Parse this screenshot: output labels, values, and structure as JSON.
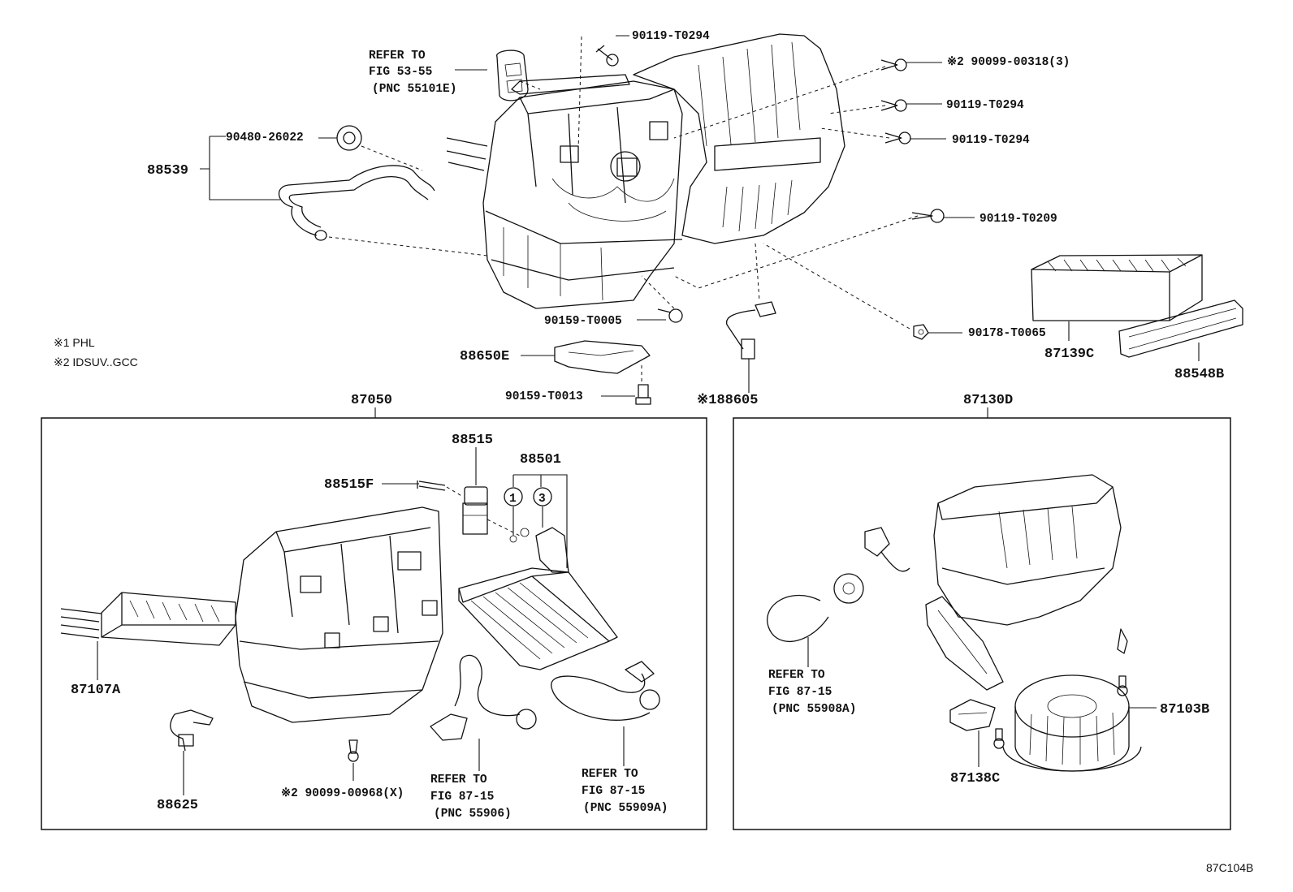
{
  "diagram": {
    "figure_code": "87C104B",
    "notes": [
      "※1 PHL",
      "※2 IDSUV..GCC"
    ],
    "top_labels": {
      "refer_5355_a": "REFER TO",
      "refer_5355_b": "FIG 53-55",
      "refer_5355_c": "(PNC 55101E)",
      "p90119_t0294_top": "90119-T0294",
      "p90099_00318": "※2 90099-00318(3)",
      "p90119_t0294_r1": "90119-T0294",
      "p90119_t0294_r2": "90119-T0294",
      "p90480_26022": "90480-26022",
      "p88539": "88539",
      "p90119_t0209": "90119-T0209",
      "p90159_t0005": "90159-T0005",
      "p88650e": "88650E",
      "p90159_t0013": "90159-T0013",
      "p88605": "※188605",
      "p90178_t0065": "90178-T0065",
      "p87139c": "87139C",
      "p88548b": "88548B"
    },
    "group_87050": {
      "title": "87050",
      "p88515": "88515",
      "p88501": "88501",
      "p88515f": "88515F",
      "circle_1": "1",
      "circle_3": "3",
      "p87107a": "87107A",
      "p88625": "88625",
      "p90099_00968": "※2 90099-00968(X)",
      "refer_8715_a1": "REFER TO",
      "refer_8715_a2": "FIG 87-15",
      "refer_8715_a3": "(PNC 55906)",
      "refer_8715_b1": "REFER TO",
      "refer_8715_b2": "FIG 87-15",
      "refer_8715_b3": "(PNC 55909A)"
    },
    "group_87130d": {
      "title": "87130D",
      "refer_a": "REFER TO",
      "refer_b": "FIG 87-15",
      "refer_c": "(PNC 55908A)",
      "p87103b": "87103B",
      "p87138c": "87138C"
    }
  }
}
